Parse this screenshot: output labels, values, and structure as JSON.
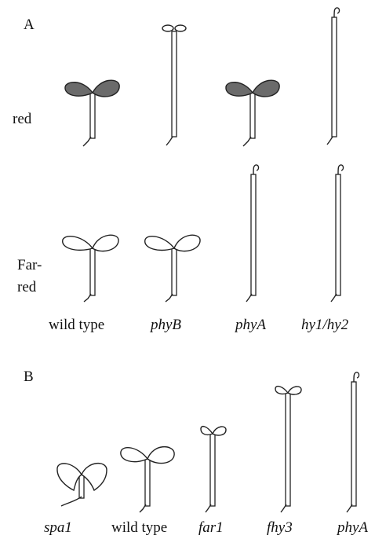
{
  "panelA": {
    "label": "A",
    "rows": {
      "red": "red",
      "farred_line1": "Far-",
      "farred_line2": "red"
    },
    "columns": [
      "wild type",
      "phyB",
      "phyA",
      "hy1/hy2"
    ]
  },
  "panelB": {
    "label": "B",
    "columns": [
      "spa1",
      "wild type",
      "far1",
      "fhy3",
      "phyA"
    ]
  }
}
